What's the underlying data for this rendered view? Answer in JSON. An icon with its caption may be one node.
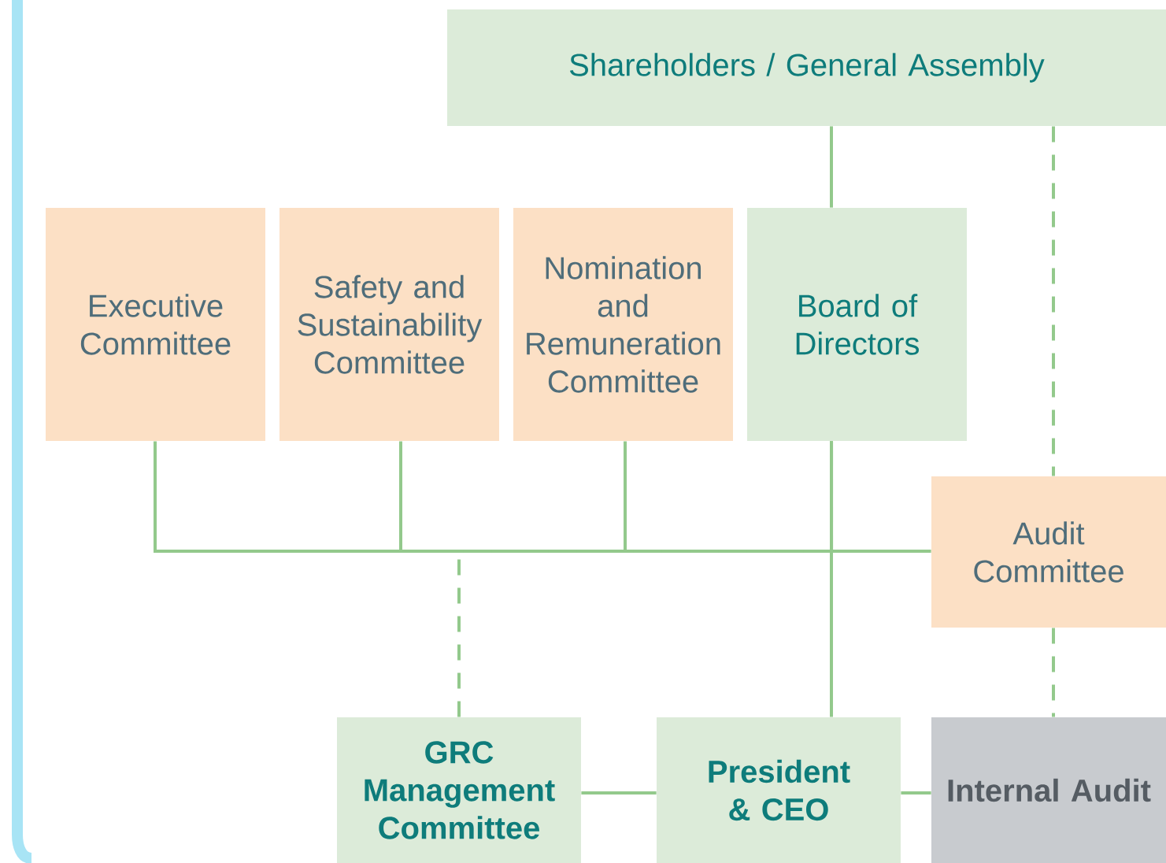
{
  "diagram": {
    "nodes": [
      {
        "text": [
          "Shareholders / General Assembly"
        ]
      },
      {
        "text": [
          "Executive Committee"
        ]
      },
      {
        "text": [
          "Safety and Sustainability Committee"
        ]
      },
      {
        "text": [
          "Nomination and Remuneration Committee"
        ]
      },
      {
        "text": [
          "Board of Directors"
        ]
      },
      {
        "text": [
          "Audit Committee"
        ]
      },
      {
        "text": [
          "GRC Management Committee"
        ]
      },
      {
        "text": [
          "President & CEO"
        ]
      },
      {
        "text": [
          "Internal Audit"
        ]
      }
    ],
    "edges": [
      {
        "from": 0,
        "to": 4,
        "arrow": "none"
      },
      {
        "from": 1,
        "to": 4,
        "arrow": "none"
      },
      {
        "from": 2,
        "to": 4,
        "arrow": "none"
      },
      {
        "from": 3,
        "to": 4,
        "arrow": "none"
      },
      {
        "from": 5,
        "to": 4,
        "arrow": "none"
      },
      {
        "from": 4,
        "to": 7,
        "arrow": "none"
      },
      {
        "from": 6,
        "to": 4,
        "arrow": "none",
        "style": "dashed"
      },
      {
        "from": 7,
        "to": 6,
        "arrow": "none"
      },
      {
        "from": 7,
        "to": 8,
        "arrow": "none"
      },
      {
        "from": 0,
        "to": 5,
        "arrow": "none",
        "style": "dashed"
      },
      {
        "from": 5,
        "to": 8,
        "arrow": "none",
        "style": "dashed"
      }
    ]
  }
}
